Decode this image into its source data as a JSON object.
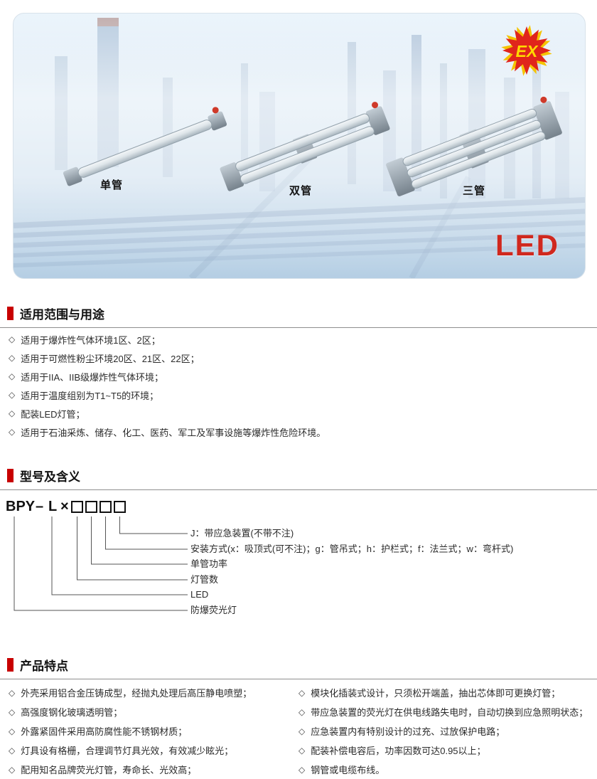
{
  "hero": {
    "ex_mark": "EX",
    "led_label": "LED",
    "product_labels": [
      "单管",
      "双管",
      "三管"
    ]
  },
  "sections": {
    "usage": {
      "title": "适用范围与用途",
      "bullet": "◇",
      "items": [
        "适用于爆炸性气体环境1区、2区；",
        "适用于可燃性粉尘环境20区、21区、22区；",
        "适用于IIA、IIB级爆炸性气体环境；",
        "适用于温度组别为T1~T5的环境；",
        "配装LED灯管；",
        "适用于石油采炼、储存、化工、医药、军工及军事设施等爆炸性危险环境。"
      ]
    },
    "model": {
      "title": "型号及含义",
      "code": {
        "prefix": "BPY",
        "dash": "–",
        "lamp": "L",
        "times": "×"
      },
      "labels": [
        "J：带应急装置(不带不注)",
        "安装方式(x：吸顶式(可不注)；g：管吊式；h：护栏式；f：法兰式；w：弯杆式)",
        "单管功率",
        "灯管数",
        "LED",
        "防爆荧光灯"
      ]
    },
    "features": {
      "title": "产品特点",
      "bullet": "◇",
      "left_items": [
        "外壳采用铝合金压铸成型，经抛丸处理后高压静电喷塑；",
        "高强度钢化玻璃透明管；",
        "外露紧固件采用高防腐性能不锈钢材质；",
        "灯具设有格栅，合理调节灯具光效，有效减少眩光；",
        "配用知名品牌荧光灯管，寿命长、光效高；"
      ],
      "right_items": [
        "模块化插装式设计，只须松开端盖，抽出芯体即可更换灯管；",
        "带应急装置的荧光灯在供电线路失电时，自动切换到应急照明状态；",
        "应急装置内有特别设计的过充、过放保护电路；",
        "配装补偿电容后，功率因数可达0.95以上；",
        "钢管或电缆布线。"
      ]
    }
  },
  "colors": {
    "accent_red": "#c80000",
    "led_red": "#d0281e",
    "ex_red": "#e0251c",
    "ex_yellow": "#ffd900"
  }
}
